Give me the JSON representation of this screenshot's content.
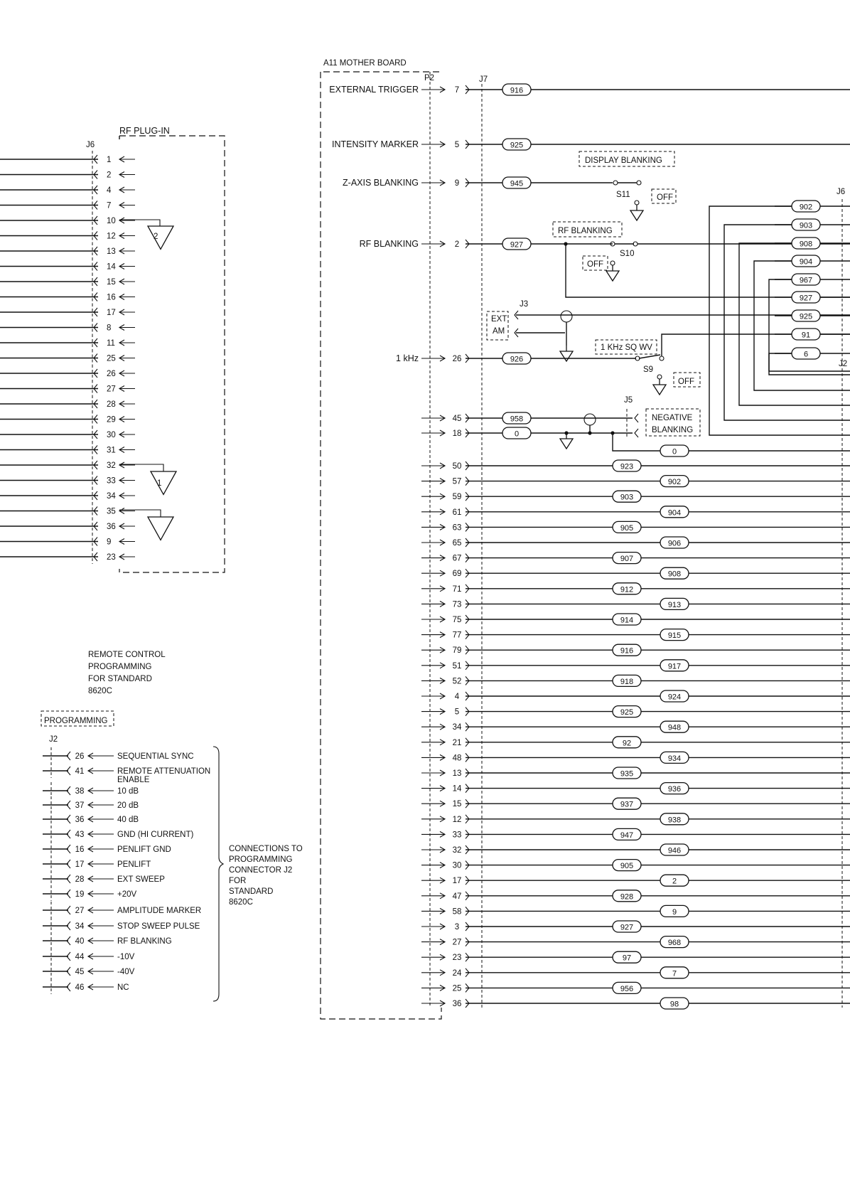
{
  "labels": {
    "mother_board": "A11 MOTHER BOARD",
    "rf_plugin": "RF PLUG-IN",
    "p2": "P2",
    "j7": "J7",
    "j6_left": "J6",
    "j6_right": "J6",
    "j3": "J3",
    "j5": "J5",
    "j2_right": "J2",
    "j2_prog": "J2",
    "display_blanking": "DISPLAY BLANKING",
    "rf_blanking_switch": "RF BLANKING",
    "khz_sq_wv": "1 KHz SQ WV",
    "negative_blanking_1": "NEGATIVE",
    "negative_blanking_2": "BLANKING",
    "ext_am_1": "EXT",
    "ext_am_2": "AM",
    "off": "OFF",
    "s11": "S11",
    "s10": "S10",
    "s9": "S9",
    "programming": "PROGRAMMING",
    "remote_title": [
      "REMOTE CONTROL",
      "PROGRAMMING",
      "FOR STANDARD",
      "8620C"
    ],
    "connections_title": [
      "CONNECTIONS TO",
      "PROGRAMMING",
      "CONNECTOR J2",
      "FOR",
      "STANDARD",
      "8620C"
    ],
    "triangle_2": "2",
    "triangle_1": "1"
  },
  "rf_plugin_pins": [
    "1",
    "2",
    "4",
    "7",
    "10",
    "12",
    "13",
    "14",
    "15",
    "16",
    "17",
    "8",
    "11",
    "25",
    "26",
    "27",
    "28",
    "29",
    "30",
    "31",
    "32",
    "33",
    "34",
    "35",
    "36",
    "9",
    "23"
  ],
  "top_signals": [
    {
      "name": "EXTERNAL TRIGGER",
      "pin": "7",
      "wire": "916"
    },
    {
      "name": "INTENSITY MARKER",
      "pin": "5",
      "wire": "925"
    },
    {
      "name": "Z-AXIS BLANKING",
      "pin": "9",
      "wire": "945"
    },
    {
      "name": "RF BLANKING",
      "pin": "2",
      "wire": "927"
    },
    {
      "name": "1 kHz",
      "pin": "26",
      "wire": "926"
    }
  ],
  "mid_rows": [
    {
      "pin": "45",
      "wire": "958"
    },
    {
      "pin": "18",
      "wire": "0"
    }
  ],
  "j6_right_wires": [
    "902",
    "903",
    "908",
    "904",
    "967",
    "927",
    "925",
    "91",
    "6"
  ],
  "bottom_extra_wire": "0",
  "bus_rows": [
    {
      "pin": "50",
      "wire": "923"
    },
    {
      "pin": "57",
      "wire": "902"
    },
    {
      "pin": "59",
      "wire": "903"
    },
    {
      "pin": "61",
      "wire": "904"
    },
    {
      "pin": "63",
      "wire": "905"
    },
    {
      "pin": "65",
      "wire": "906"
    },
    {
      "pin": "67",
      "wire": "907"
    },
    {
      "pin": "69",
      "wire": "908"
    },
    {
      "pin": "71",
      "wire": "912"
    },
    {
      "pin": "73",
      "wire": "913"
    },
    {
      "pin": "75",
      "wire": "914"
    },
    {
      "pin": "77",
      "wire": "915"
    },
    {
      "pin": "79",
      "wire": "916"
    },
    {
      "pin": "51",
      "wire": "917"
    },
    {
      "pin": "52",
      "wire": "918"
    },
    {
      "pin": "4",
      "wire": "924"
    },
    {
      "pin": "5",
      "wire": "925"
    },
    {
      "pin": "34",
      "wire": "948"
    },
    {
      "pin": "21",
      "wire": "92"
    },
    {
      "pin": "48",
      "wire": "934"
    },
    {
      "pin": "13",
      "wire": "935"
    },
    {
      "pin": "14",
      "wire": "936"
    },
    {
      "pin": "15",
      "wire": "937"
    },
    {
      "pin": "12",
      "wire": "938"
    },
    {
      "pin": "33",
      "wire": "947"
    },
    {
      "pin": "32",
      "wire": "946"
    },
    {
      "pin": "30",
      "wire": "905"
    },
    {
      "pin": "17",
      "wire": "2"
    },
    {
      "pin": "47",
      "wire": "928"
    },
    {
      "pin": "58",
      "wire": "9"
    },
    {
      "pin": "3",
      "wire": "927"
    },
    {
      "pin": "27",
      "wire": "968"
    },
    {
      "pin": "23",
      "wire": "97"
    },
    {
      "pin": "24",
      "wire": "7"
    },
    {
      "pin": "25",
      "wire": "956"
    },
    {
      "pin": "36",
      "wire": "98"
    }
  ],
  "programming_rows": [
    {
      "pin": "26",
      "label": "SEQUENTIAL SYNC"
    },
    {
      "pin": "41",
      "label": "REMOTE ATTENUATION",
      "label2": "ENABLE"
    },
    {
      "pin": "38",
      "label": "10 dB"
    },
    {
      "pin": "37",
      "label": "20 dB"
    },
    {
      "pin": "36",
      "label": "40 dB"
    },
    {
      "pin": "43",
      "label": "GND (HI CURRENT)"
    },
    {
      "pin": "16",
      "label": "PENLIFT GND"
    },
    {
      "pin": "17",
      "label": "PENLIFT"
    },
    {
      "pin": "28",
      "label": "EXT SWEEP"
    },
    {
      "pin": "19",
      "label": "+20V"
    },
    {
      "pin": "27",
      "label": "AMPLITUDE MARKER"
    },
    {
      "pin": "34",
      "label": "STOP SWEEP PULSE"
    },
    {
      "pin": "40",
      "label": "RF BLANKING"
    },
    {
      "pin": "44",
      "label": "-10V"
    },
    {
      "pin": "45",
      "label": "-40V"
    },
    {
      "pin": "46",
      "label": "NC"
    }
  ]
}
